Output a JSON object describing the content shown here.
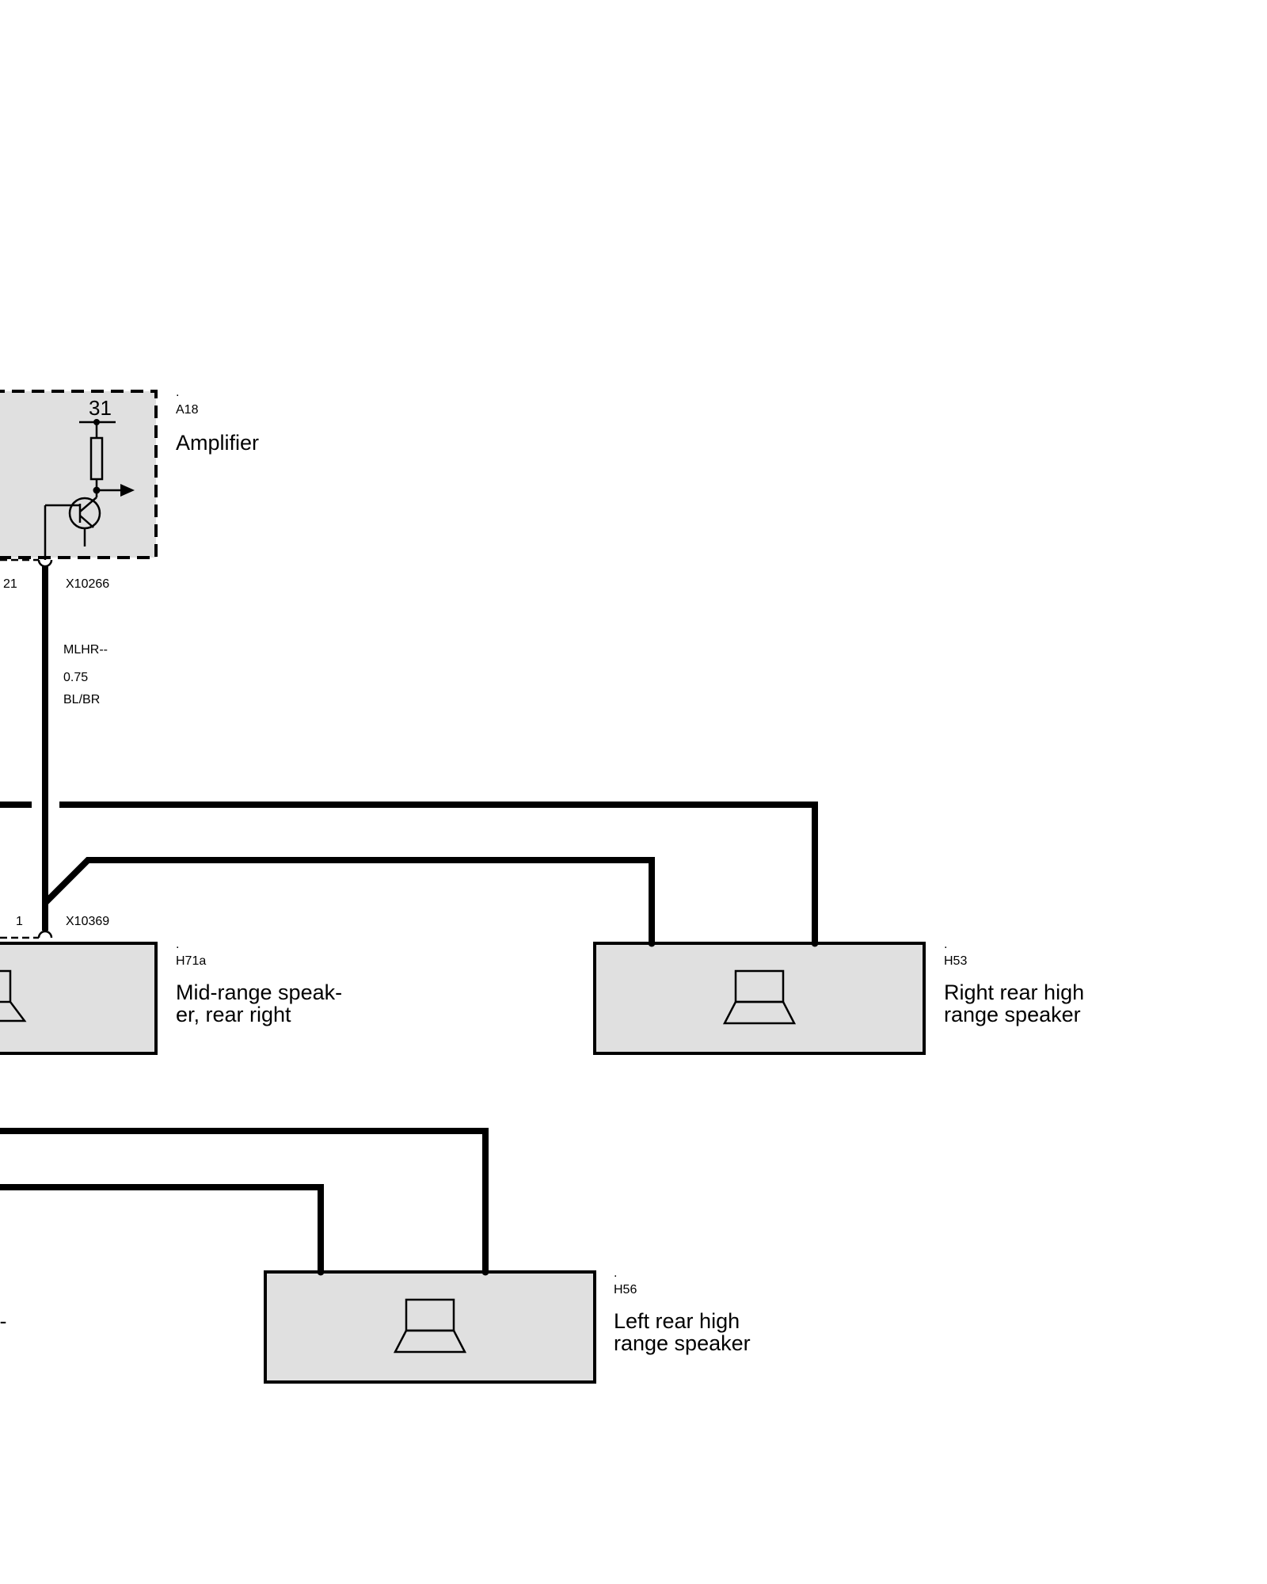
{
  "amplifier": {
    "dot": ".",
    "id": "A18",
    "name": "Amplifier",
    "ground_pin": "31"
  },
  "connectors": {
    "top_pin": "21",
    "top_name": "X10266",
    "bottom_pin": "1",
    "bottom_name": "X10369"
  },
  "wire": {
    "code": "MLHR--",
    "gauge": "0.75",
    "color": "BL/BR"
  },
  "components": {
    "h71a": {
      "dot": ".",
      "id": "H71a",
      "name_line1": "Mid-range speak-",
      "name_line2": "er, rear right"
    },
    "h53": {
      "dot": ".",
      "id": "H53",
      "name_line1": "Right rear high",
      "name_line2": "range speaker"
    },
    "h56": {
      "dot": ".",
      "id": "H56",
      "name_line1": "Left rear high",
      "name_line2": "range speaker"
    },
    "left_partial_fragment": "k-"
  },
  "icons": [
    "transistor-icon",
    "resistor-icon",
    "speaker-icon",
    "ground-icon"
  ]
}
